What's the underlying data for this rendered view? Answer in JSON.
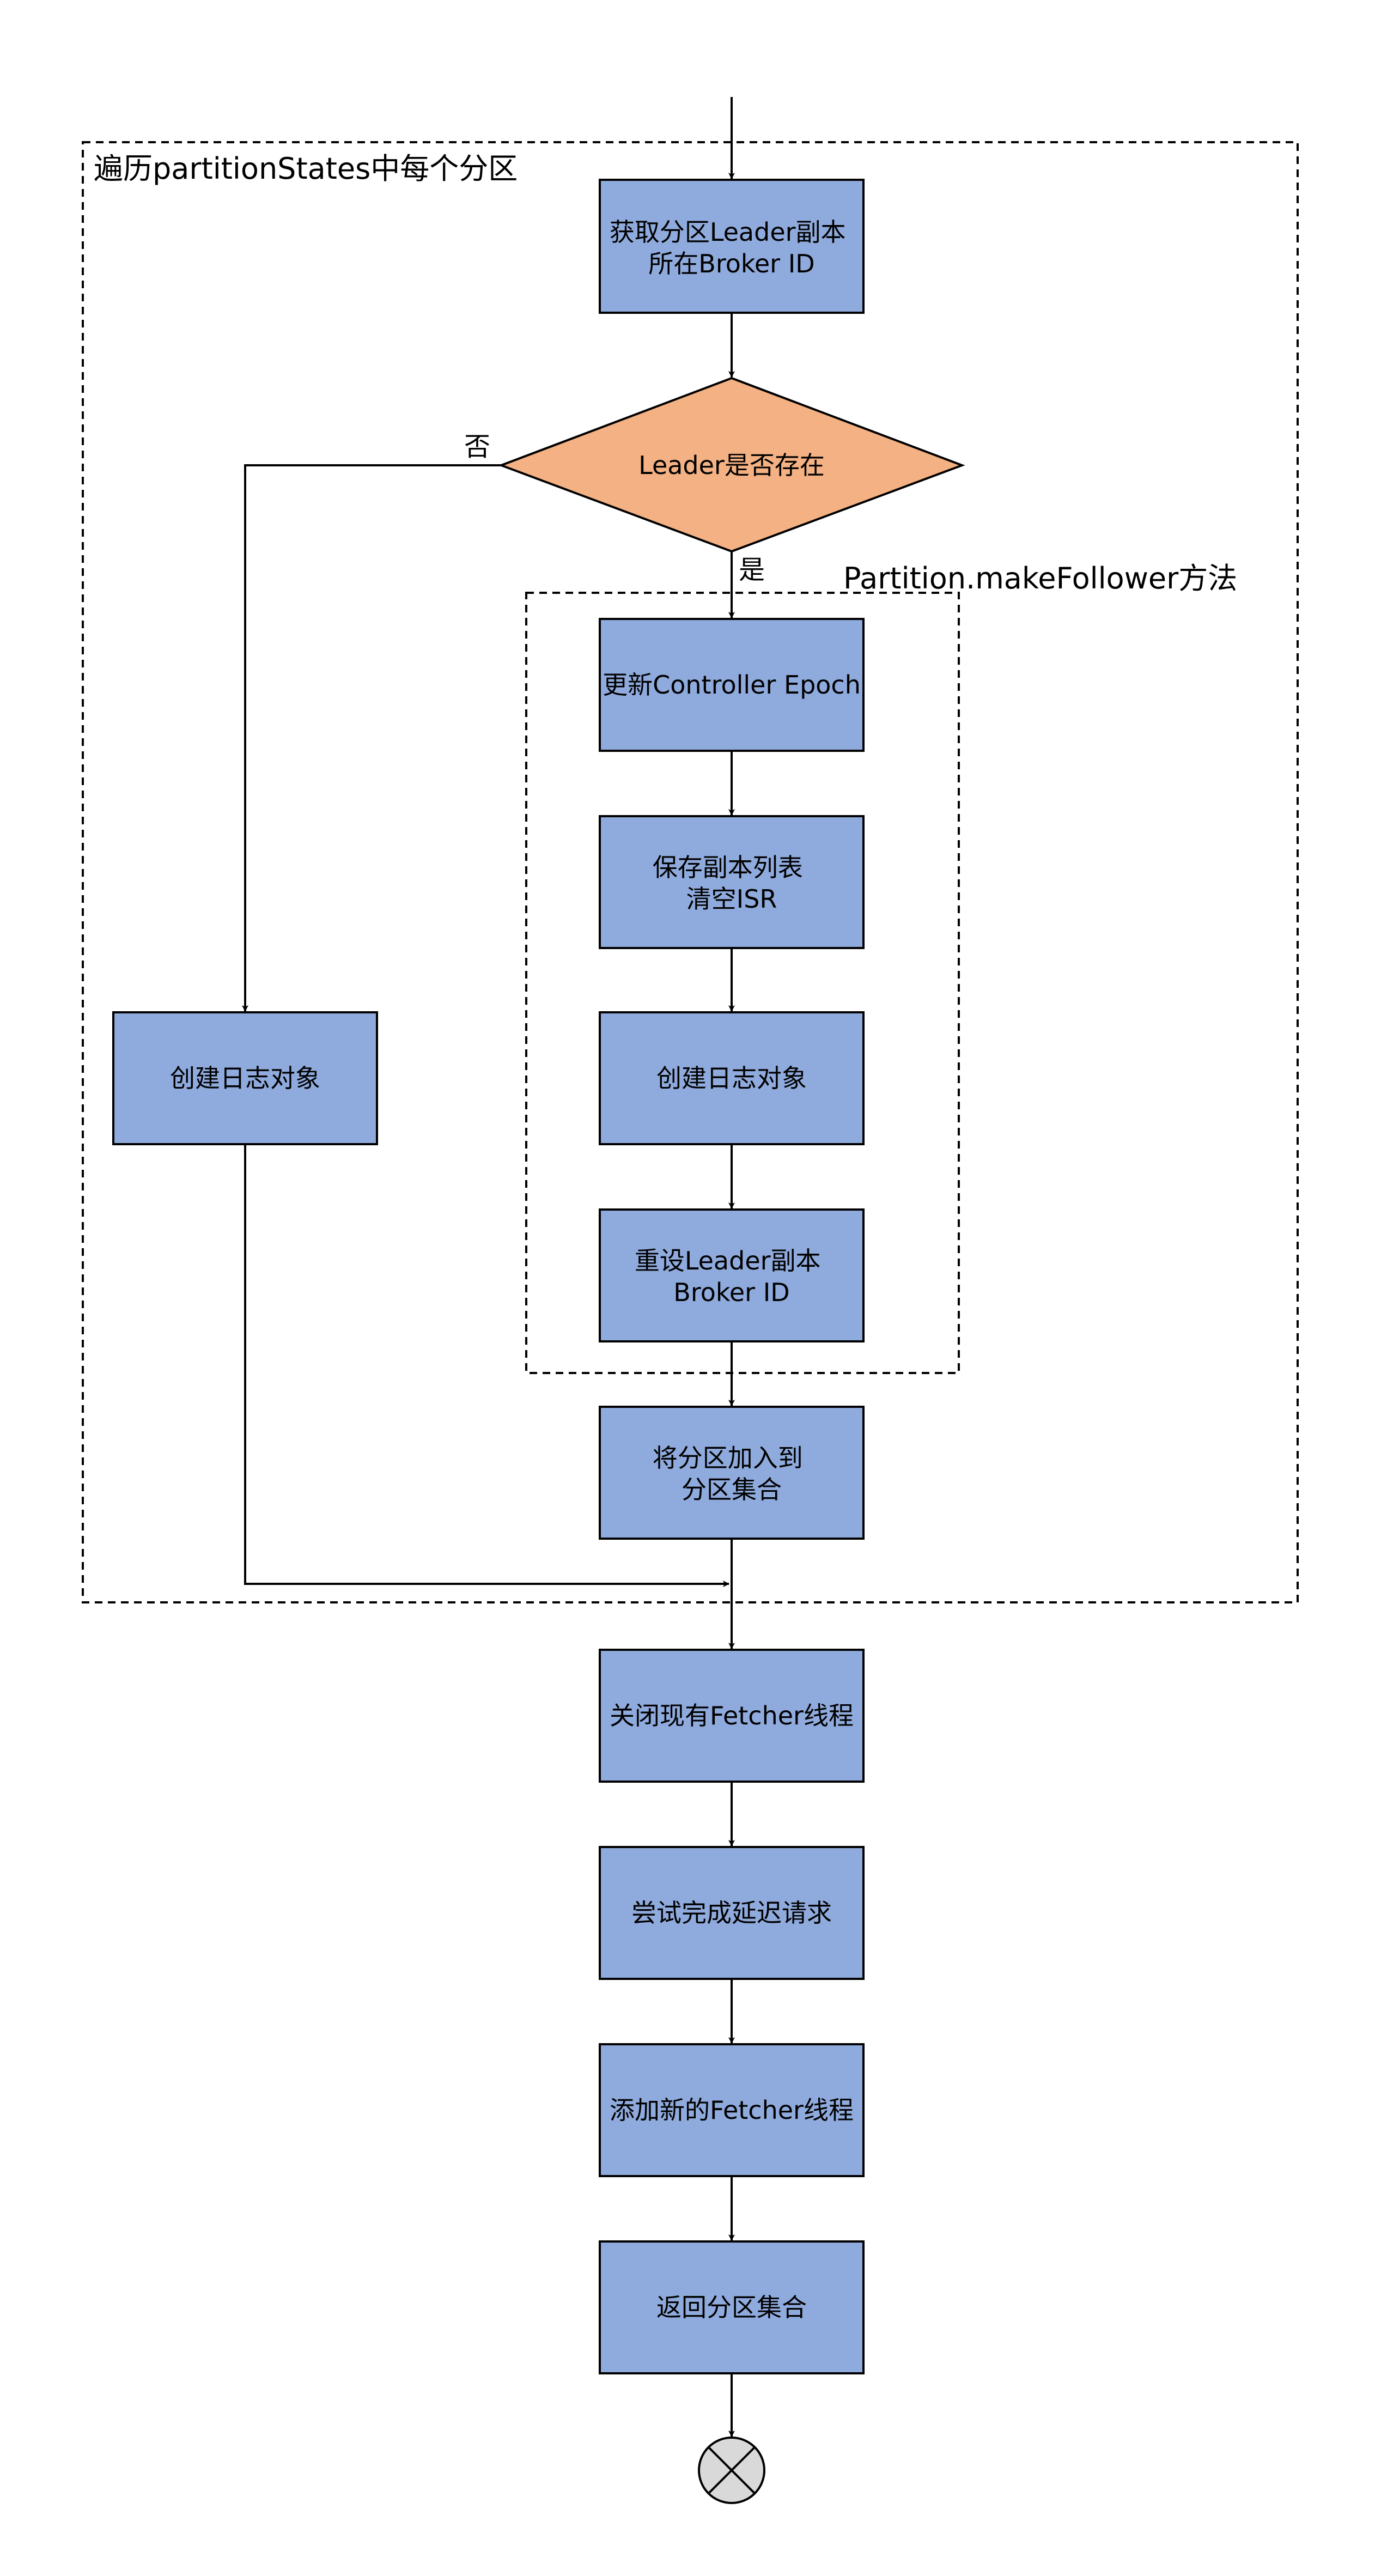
{
  "colors": {
    "process_fill": "#8FAADC",
    "decision_fill": "#F4B183",
    "terminator_fill": "#D9D9D9",
    "stroke": "#000000",
    "background": "#FFFFFF"
  },
  "groups": {
    "outer_loop": {
      "title": "遍历partitionStates中每个分区"
    },
    "make_follower": {
      "title": "Partition.makeFollower方法"
    }
  },
  "nodes": {
    "get_leader_broker": {
      "lines": [
        "获取分区Leader副本",
        "所在Broker ID"
      ]
    },
    "leader_exists": {
      "lines": [
        "Leader是否存在"
      ]
    },
    "create_log_left": {
      "lines": [
        "创建日志对象"
      ]
    },
    "update_epoch": {
      "lines": [
        "更新Controller Epoch"
      ]
    },
    "save_replicas": {
      "lines": [
        "保存副本列表",
        "清空ISR"
      ]
    },
    "create_log_right": {
      "lines": [
        "创建日志对象"
      ]
    },
    "reset_leader": {
      "lines": [
        "重设Leader副本",
        "Broker ID"
      ]
    },
    "add_to_set": {
      "lines": [
        "将分区加入到",
        "分区集合"
      ]
    },
    "close_fetchers": {
      "lines": [
        "关闭现有Fetcher线程"
      ]
    },
    "complete_delayed": {
      "lines": [
        "尝试完成延迟请求"
      ]
    },
    "add_fetchers": {
      "lines": [
        "添加新的Fetcher线程"
      ]
    },
    "return_set": {
      "lines": [
        "返回分区集合"
      ]
    },
    "end": {
      "icon": "terminator-x-icon"
    }
  },
  "edge_labels": {
    "no": "否",
    "yes": "是"
  }
}
